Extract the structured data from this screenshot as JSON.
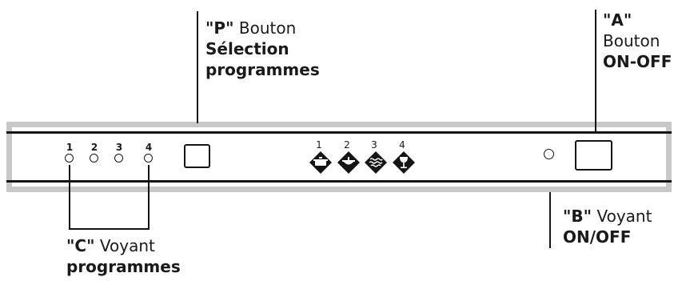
{
  "callouts": {
    "P": {
      "code": "\"P\"",
      "line1_rest": " Bouton",
      "line2": "Sélection",
      "line3": "programmes"
    },
    "A": {
      "code": "\"A\"",
      "line2": "Bouton",
      "line3": "ON-OFF"
    },
    "B": {
      "code": "\"B\"",
      "line1_rest": " Voyant",
      "line2": "ON/OFF"
    },
    "C": {
      "code": "\"C\"",
      "line1_rest": " Voyant",
      "line2": "programmes"
    }
  },
  "program_leds": [
    "1",
    "2",
    "3",
    "4"
  ],
  "program_icons": [
    {
      "num": "1",
      "icon": "pot-icon"
    },
    {
      "num": "2",
      "icon": "pan-icon"
    },
    {
      "num": "3",
      "icon": "glass-waves-icon"
    },
    {
      "num": "4",
      "icon": "wine-glass-icon"
    }
  ]
}
